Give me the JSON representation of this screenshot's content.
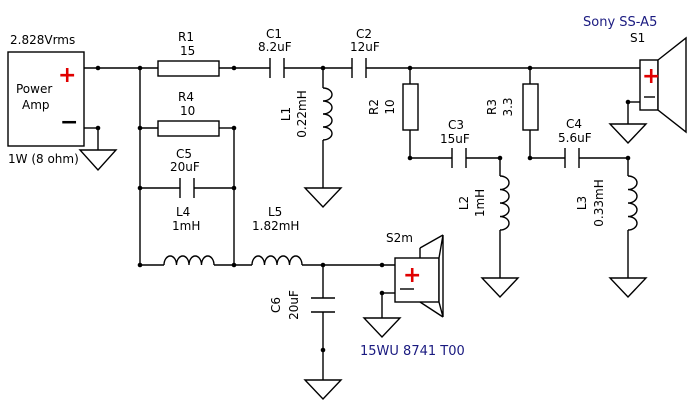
{
  "source": {
    "voltage": "2.828Vrms",
    "label_line1": "Power",
    "label_line2": "Amp",
    "rating": "1W (8 ohm)",
    "plus": "+",
    "minus": "−"
  },
  "tweeter": {
    "model": "Sony SS-A5",
    "ref": "S1",
    "plus": "+"
  },
  "woofer": {
    "model": "15WU 8741 T00",
    "ref": "S2m",
    "plus": "+"
  },
  "components": {
    "R1": {
      "ref": "R1",
      "value": "15"
    },
    "R4": {
      "ref": "R4",
      "value": "10"
    },
    "C5": {
      "ref": "C5",
      "value": "20uF"
    },
    "L4": {
      "ref": "L4",
      "value": "1mH"
    },
    "L5": {
      "ref": "L5",
      "value": "1.82mH"
    },
    "C1": {
      "ref": "C1",
      "value": "8.2uF"
    },
    "C2": {
      "ref": "C2",
      "value": "12uF"
    },
    "L1": {
      "ref": "L1",
      "value": "0.22mH"
    },
    "R2": {
      "ref": "R2",
      "value": "10"
    },
    "C3": {
      "ref": "C3",
      "value": "15uF"
    },
    "L2": {
      "ref": "L2",
      "value": "1mH"
    },
    "R3": {
      "ref": "R3",
      "value": "3.3"
    },
    "C4": {
      "ref": "C4",
      "value": "5.6uF"
    },
    "L3": {
      "ref": "L3",
      "value": "0.33mH"
    },
    "C6": {
      "ref": "C6",
      "value": "20uF"
    }
  }
}
